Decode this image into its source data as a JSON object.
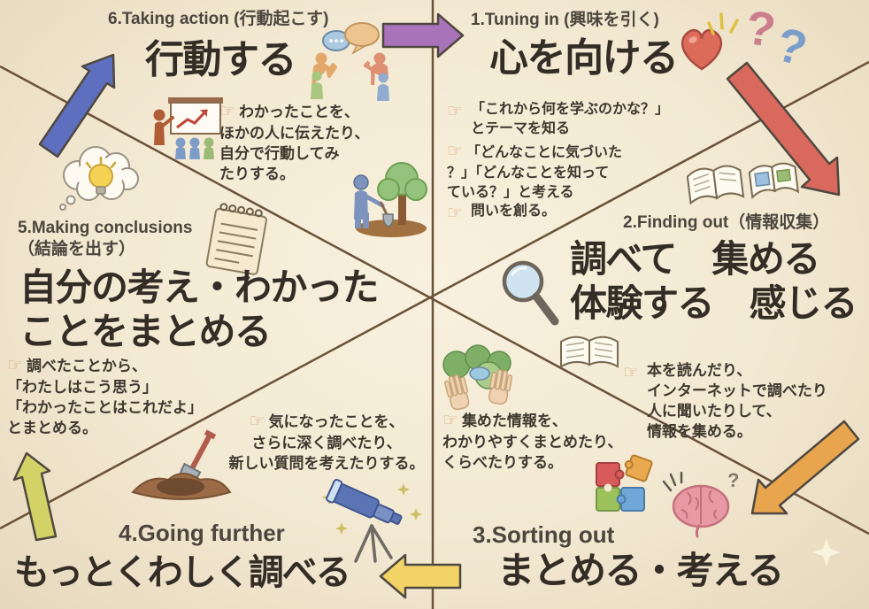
{
  "hand_icon": "☞",
  "colors": {
    "paper": "#f4ebd6",
    "line": "#6a5138",
    "arrow_blue": "#5d6fbe",
    "arrow_purple": "#a873b8",
    "arrow_red": "#d9695c",
    "arrow_orange": "#e9a54e",
    "arrow_yellow": "#f2d466",
    "arrow_yellow_green": "#d2d266",
    "question_pink": "#cb7f8c",
    "question_blue": "#7b9dc9"
  },
  "decorations": {
    "question_mark": "?"
  },
  "stages": {
    "s1": {
      "label": "1.Tuning in (興味を引く)",
      "heading": "心を向ける",
      "bullet1": "「これから何を学ぶのかな？」\nとテーマを知る",
      "bullet2": "「どんなことに気づいた\n？」「どんなことを知って\nている？」と考える",
      "bullet3": "問いを創る。"
    },
    "s2": {
      "label": "2.Finding out（情報収集）",
      "heading": "調べて　集める\n体験する　感じる",
      "desc": "本を読んだり、\nインターネットで調べたり\n人に聞いたりして、\n情報を集める。"
    },
    "s3": {
      "label": "3.Sorting out",
      "heading": "まとめる・考える",
      "desc": "集めた情報を、\nわかりやすくまとめたり、\nくらべたりする。"
    },
    "s4": {
      "label": "4.Going further",
      "heading": "もっとくわしく調べる",
      "desc": "気になったことを、\nさらに深く調べたり、\n新しい質問を考えたりする。"
    },
    "s5": {
      "label": "5.Making conclusions\n（結論を出す）",
      "heading": "自分の考え・わかった\nことをまとめる",
      "desc": "調べたことから、\n「わたしはこう思う」\n「わかったことはこれだよ」\nとまとめる。"
    },
    "s6": {
      "label": "6.Taking action (行動起こす)",
      "heading": "行動する",
      "desc": "わかったことを、\nほかの人に伝えたり、\n自分で行動してみ\nたりする。"
    }
  }
}
